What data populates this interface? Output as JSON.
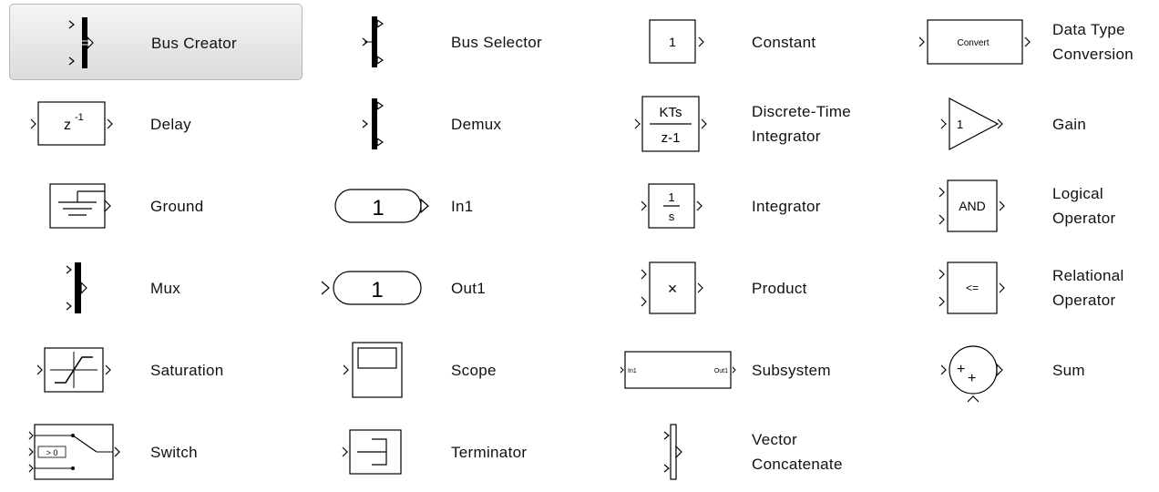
{
  "blocks": [
    {
      "id": "bus-creator",
      "lines": [
        "Bus Creator"
      ],
      "selected": true
    },
    {
      "id": "bus-selector",
      "lines": [
        "Bus Selector"
      ]
    },
    {
      "id": "constant",
      "lines": [
        "Constant"
      ],
      "icon_text": "1"
    },
    {
      "id": "data-type-conversion",
      "lines": [
        "Data Type",
        "Conversion"
      ],
      "icon_text": "Convert"
    },
    {
      "id": "delay",
      "lines": [
        "Delay"
      ],
      "icon_text": "z",
      "icon_sup": "-1"
    },
    {
      "id": "demux",
      "lines": [
        "Demux"
      ]
    },
    {
      "id": "discrete-time-integrator",
      "lines": [
        "Discrete-Time",
        "Integrator"
      ],
      "icon_num": "KTs",
      "icon_den": "z-1"
    },
    {
      "id": "gain",
      "lines": [
        "Gain"
      ],
      "icon_text": "1"
    },
    {
      "id": "ground",
      "lines": [
        "Ground"
      ]
    },
    {
      "id": "in1",
      "lines": [
        "In1"
      ],
      "icon_text": "1"
    },
    {
      "id": "integrator",
      "lines": [
        "Integrator"
      ],
      "icon_num": "1",
      "icon_den": "s"
    },
    {
      "id": "logical-operator",
      "lines": [
        "Logical",
        "Operator"
      ],
      "icon_text": "AND"
    },
    {
      "id": "mux",
      "lines": [
        "Mux"
      ]
    },
    {
      "id": "out1",
      "lines": [
        "Out1"
      ],
      "icon_text": "1"
    },
    {
      "id": "product",
      "lines": [
        "Product"
      ],
      "icon_text": "×"
    },
    {
      "id": "relational-operator",
      "lines": [
        "Relational",
        "Operator"
      ],
      "icon_text": "<="
    },
    {
      "id": "saturation",
      "lines": [
        "Saturation"
      ]
    },
    {
      "id": "scope",
      "lines": [
        "Scope"
      ]
    },
    {
      "id": "subsystem",
      "lines": [
        "Subsystem"
      ],
      "icon_in": "In1",
      "icon_out": "Out1"
    },
    {
      "id": "sum",
      "lines": [
        "Sum"
      ],
      "icon_text": "+",
      "icon_text2": "+"
    },
    {
      "id": "switch",
      "lines": [
        "Switch"
      ],
      "icon_text": "> 0"
    },
    {
      "id": "terminator",
      "lines": [
        "Terminator"
      ]
    },
    {
      "id": "vector-concatenate",
      "lines": [
        "Vector",
        "Concatenate"
      ]
    }
  ]
}
